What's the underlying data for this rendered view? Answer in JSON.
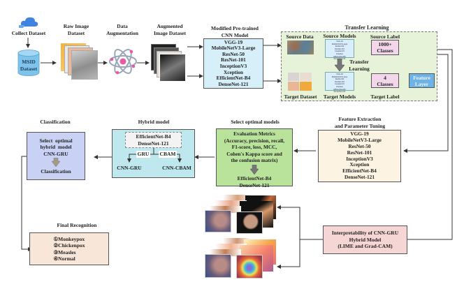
{
  "collect": {
    "label": "Collect Dataset",
    "icon": "cloud-icon"
  },
  "msid": {
    "label_line1": "MSID",
    "label_line2": "Dataset"
  },
  "raw": {
    "title_line1": "Raw Image",
    "title_line2": "Dataset"
  },
  "augmentation": {
    "title_line1": "Data",
    "title_line2": "Augmentation",
    "icon": "atom-icon"
  },
  "augmented": {
    "title_line1": "Augmented",
    "title_line2": "Image Dataset"
  },
  "pretrained": {
    "title_line1": "Modified Pre-trained",
    "title_line2": "CNN Model",
    "models": [
      "VGG-19",
      "MobileNetV3-Large",
      "ResNet-50",
      "ResNet-101",
      "InceptionV3",
      "Xception",
      "EfficientNet-B4",
      "DenseNet-121"
    ]
  },
  "transfer": {
    "title": "Transfer Learning",
    "source_data": "Source Data",
    "source_models": "Source Models",
    "source_label": "Source Label",
    "transfer_line1": "Transfer",
    "transfer_line2": "Learning",
    "target_dataset": "Target Dataset",
    "target_models": "Target Models",
    "target_label": "Target Label",
    "source_classes_line1": "1000+",
    "source_classes_line2": "Classes",
    "target_classes_line1": "4",
    "target_classes_line2": "Classes",
    "feature_line1": "Feature",
    "feature_line2": "Layer",
    "mini_models": [
      "VGG-19",
      "MobileNetV3-Large",
      "ResNet-50",
      "ResNet-101",
      "InceptionV3",
      "Xception",
      "EfficientNet-B4",
      "DenseNet-121"
    ]
  },
  "feature_extraction": {
    "title_line1": "Feature Extraction",
    "title_line2": "and Parameter Tuning",
    "models": [
      "VGG-19",
      "MobileNetV3-Large",
      "ResNet-50",
      "ResNet-101",
      "InceptionV3",
      "Xception",
      "EfficientNet-B4",
      "DenseNet-121"
    ]
  },
  "optimal": {
    "title": "Select optimal models",
    "metrics_lines": [
      "Evaluation Metrics",
      "(Accuracy, precision, recall,",
      "F1-score, loss, MCC,",
      "Cohen's Kappa score and",
      "the confusion matrix)"
    ],
    "result_lines": [
      "EfficientNet-B4",
      "DenseNet-121"
    ]
  },
  "hybrid": {
    "title": "Hybrid model",
    "base_line1": "EfficientNet-B4",
    "base_line2": "DenseNet-121",
    "branch_left": "GRU",
    "branch_right": "CBAM",
    "out_left": "CNN-GRU",
    "out_right": "CNN-CBAM"
  },
  "classification": {
    "title": "Classification",
    "lines": [
      "Select  optimal",
      "hybrid  model",
      "CNN-GRU"
    ],
    "result": "Classification"
  },
  "final": {
    "title": "Final Recognition",
    "classes": [
      "①Monkeypox",
      "②Chickenpox",
      "③Measles",
      "④Normal"
    ]
  },
  "interpretability": {
    "lines": [
      "Interpretability of CNN-GRU",
      "Hybrid Model",
      "(LIME and Grad-CAM)"
    ]
  },
  "colors": {
    "pretrained_bg": "#d6eff8",
    "transfer_bg": "#e6f3d8",
    "classes_bg": "#f3d6ea",
    "feature_layer_bg": "#6fb3e6",
    "feature_extraction_bg": "#fdf3e3",
    "optimal_bg": "#b9e39a",
    "hybrid_bg": "#bfe8ee",
    "classification_bg": "#c9d2f4",
    "final_bg": "#f8e6d8",
    "interpretability_bg": "#f6d5d5",
    "cylinder": "#7ec3ea"
  }
}
